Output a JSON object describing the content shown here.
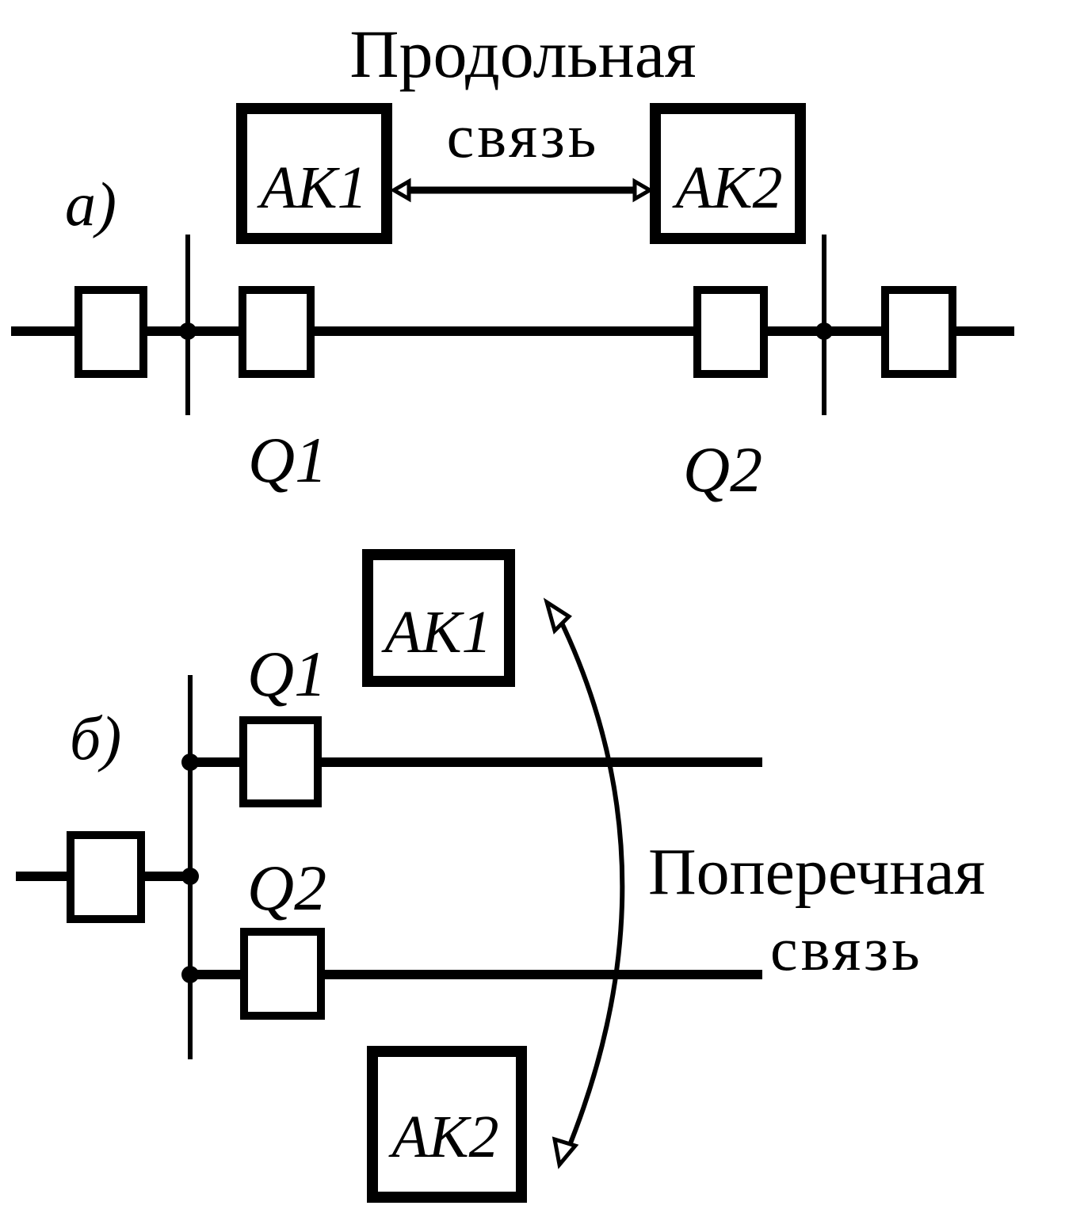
{
  "diagram": {
    "part_a": {
      "label": "а)",
      "link_label_line1": "Продольная",
      "link_label_line2": "связь",
      "relay1": "AK1",
      "relay2": "AK2",
      "breaker1": "Q1",
      "breaker2": "Q2"
    },
    "part_b": {
      "label": "б)",
      "link_label_line1": "Поперечная",
      "link_label_line2": "связь",
      "relay1": "AK1",
      "relay2": "AK2",
      "breaker1": "Q1",
      "breaker2": "Q2"
    }
  }
}
